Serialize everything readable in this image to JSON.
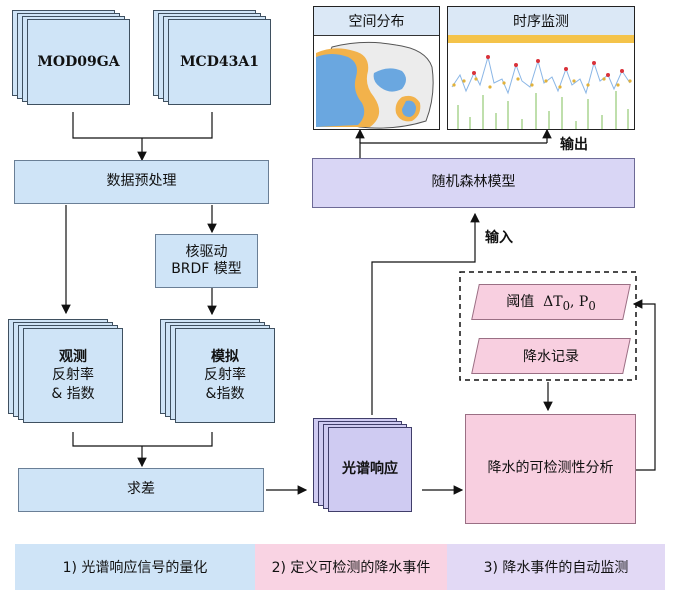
{
  "inputs": {
    "mod09": "MOD09GA",
    "mcd43": "MCD43A1"
  },
  "preprocess": "数据预处理",
  "kernel": {
    "line1": "核驱动",
    "line2": "BRDF 模型"
  },
  "observed": {
    "title": "观测",
    "line2": "反射率",
    "line3": "& 指数"
  },
  "simulated": {
    "title": "模拟",
    "line2": "反射率",
    "line3": "&指数"
  },
  "diff": "求差",
  "spectral": "光谱响应",
  "forest": "随机森林模型",
  "input_label": "输入",
  "output_label": "输出",
  "panels": {
    "spatial": "空间分布",
    "temporal": "时序监测"
  },
  "threshold": {
    "prefix": "阈值",
    "expr": "ΔT",
    "sub0": "0",
    "sep": ", P",
    "sub1": "0"
  },
  "rain_record": "降水记录",
  "analysis": "降水的可检测性分析",
  "legend": [
    "1) 光谱响应信号的量化",
    "2) 定义可检测的降水事件",
    "3) 降水事件的自动监测"
  ],
  "colors": {
    "blue": "#cfe4f7",
    "purple": "#d9d6f5",
    "pink": "#f8cfe0",
    "legend_blue": "#cfe4f7",
    "legend_pink": "#f9d3e3",
    "legend_purple": "#e2d9f5"
  }
}
